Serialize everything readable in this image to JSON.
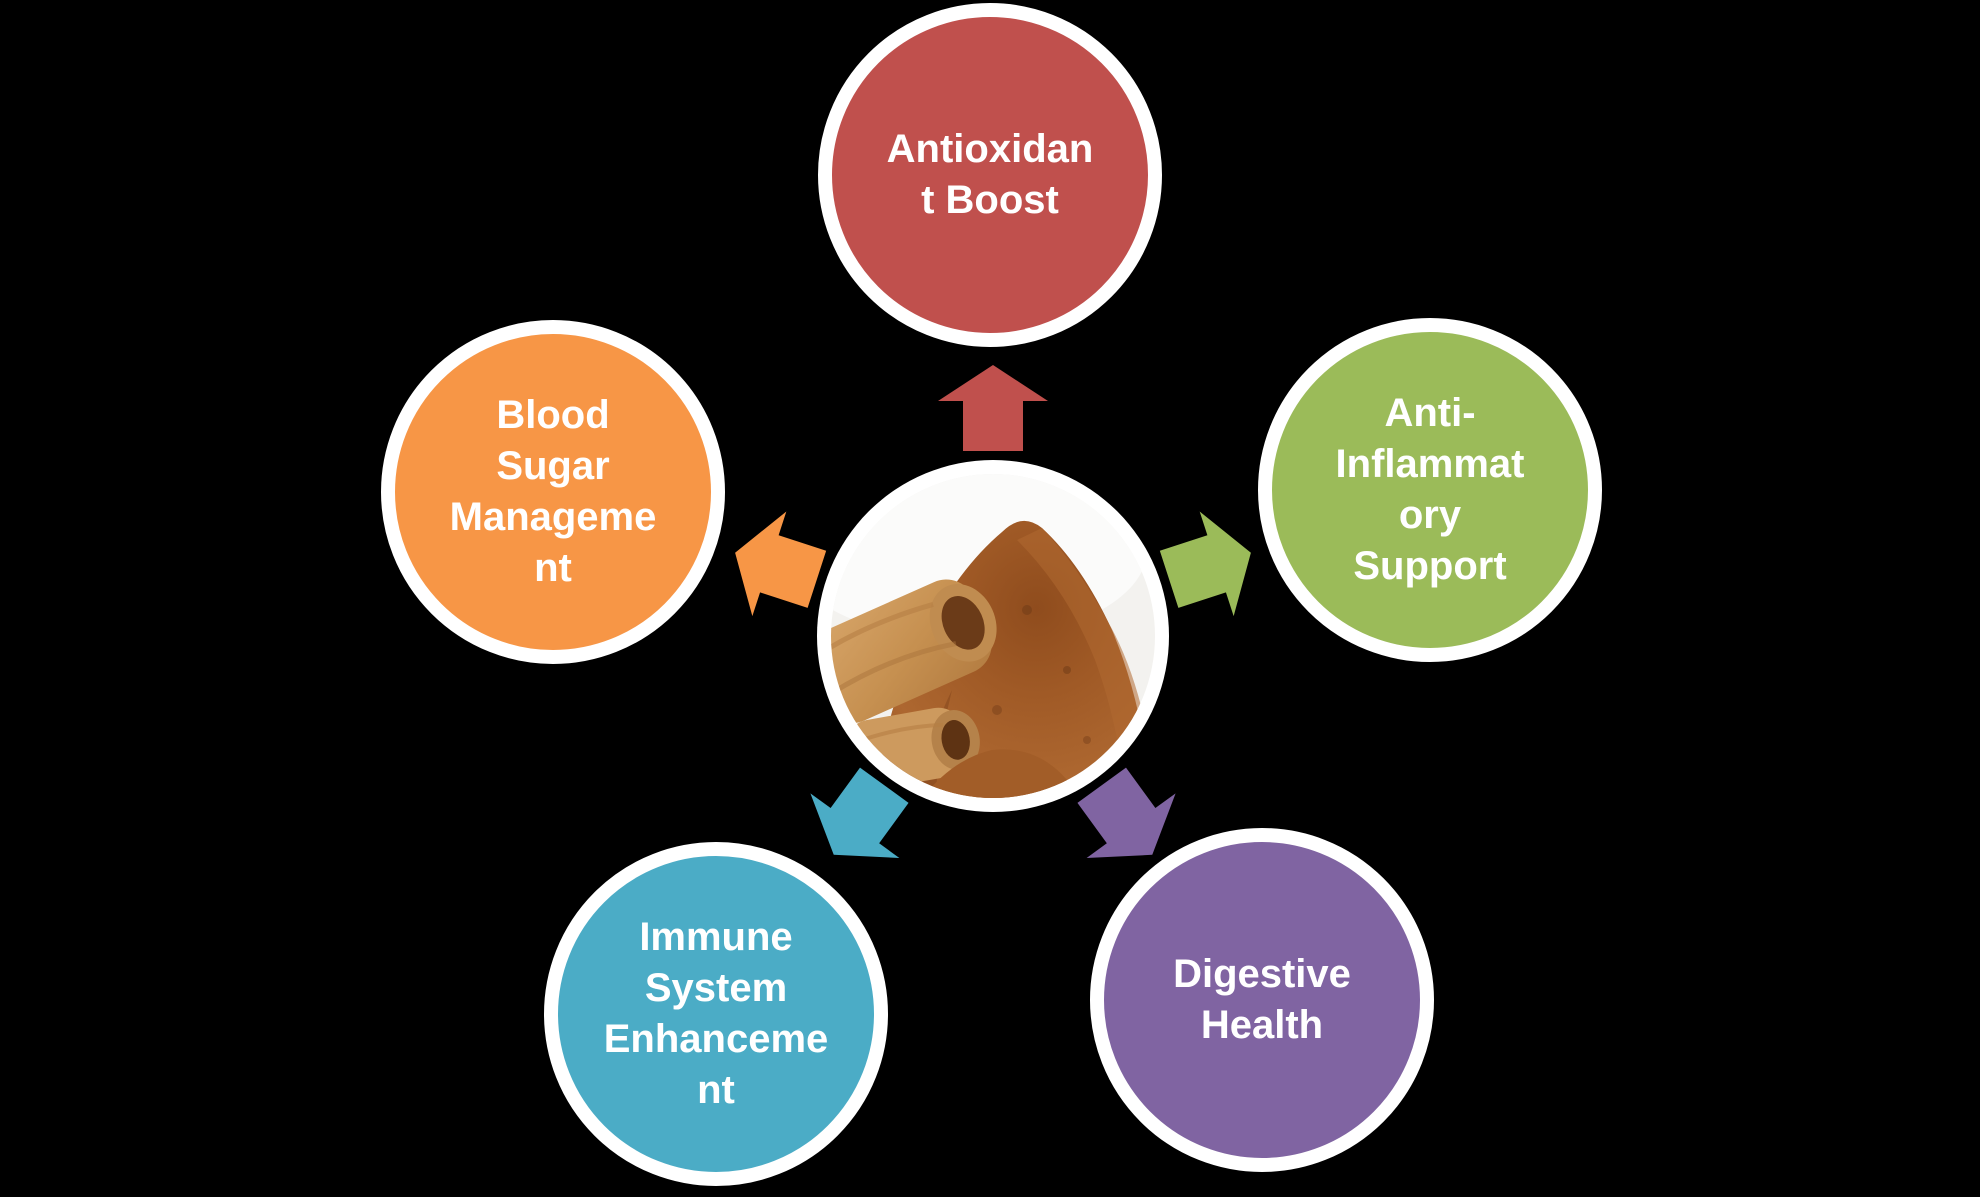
{
  "background_color": "#000000",
  "diagram": {
    "type": "radial-cycle",
    "center": {
      "image_name": "cinnamon-sticks-and-ground-cinnamon-photo"
    },
    "nodes": [
      {
        "id": "antioxidant-boost",
        "position": "top",
        "label": "Antioxidant Boost",
        "label_lines": [
          "Antioxidan",
          "t Boost"
        ],
        "color": "#c0504d",
        "text_color": "#ffffff"
      },
      {
        "id": "anti-inflammatory-support",
        "position": "right",
        "label": "Anti-Inflammatory Support",
        "label_lines": [
          "Anti-",
          "Inflammat",
          "ory",
          "Support"
        ],
        "color": "#9bbb59",
        "text_color": "#ffffff"
      },
      {
        "id": "digestive-health",
        "position": "bottom-right",
        "label": "Digestive Health",
        "label_lines": [
          "Digestive",
          "Health"
        ],
        "color": "#8064a2",
        "text_color": "#ffffff"
      },
      {
        "id": "immune-system-enhancement",
        "position": "bottom-left",
        "label": "Immune System Enhancement",
        "label_lines": [
          "Immune",
          "System",
          "Enhanceme",
          "nt"
        ],
        "color": "#4bacc6",
        "text_color": "#ffffff"
      },
      {
        "id": "blood-sugar-management",
        "position": "left",
        "label": "Blood Sugar Management",
        "label_lines": [
          "Blood",
          "Sugar",
          "Manageme",
          "nt"
        ],
        "color": "#f79646",
        "text_color": "#ffffff"
      }
    ],
    "arrows": [
      {
        "to": "antioxidant-boost",
        "direction": "up",
        "color": "#c0504d"
      },
      {
        "to": "anti-inflammatory-support",
        "direction": "upper-right",
        "color": "#9bbb59"
      },
      {
        "to": "digestive-health",
        "direction": "lower-right",
        "color": "#8064a2"
      },
      {
        "to": "immune-system-enhancement",
        "direction": "lower-left",
        "color": "#4bacc6"
      },
      {
        "to": "blood-sugar-management",
        "direction": "upper-left",
        "color": "#f79646"
      }
    ],
    "ring_color": "#ffffff"
  }
}
